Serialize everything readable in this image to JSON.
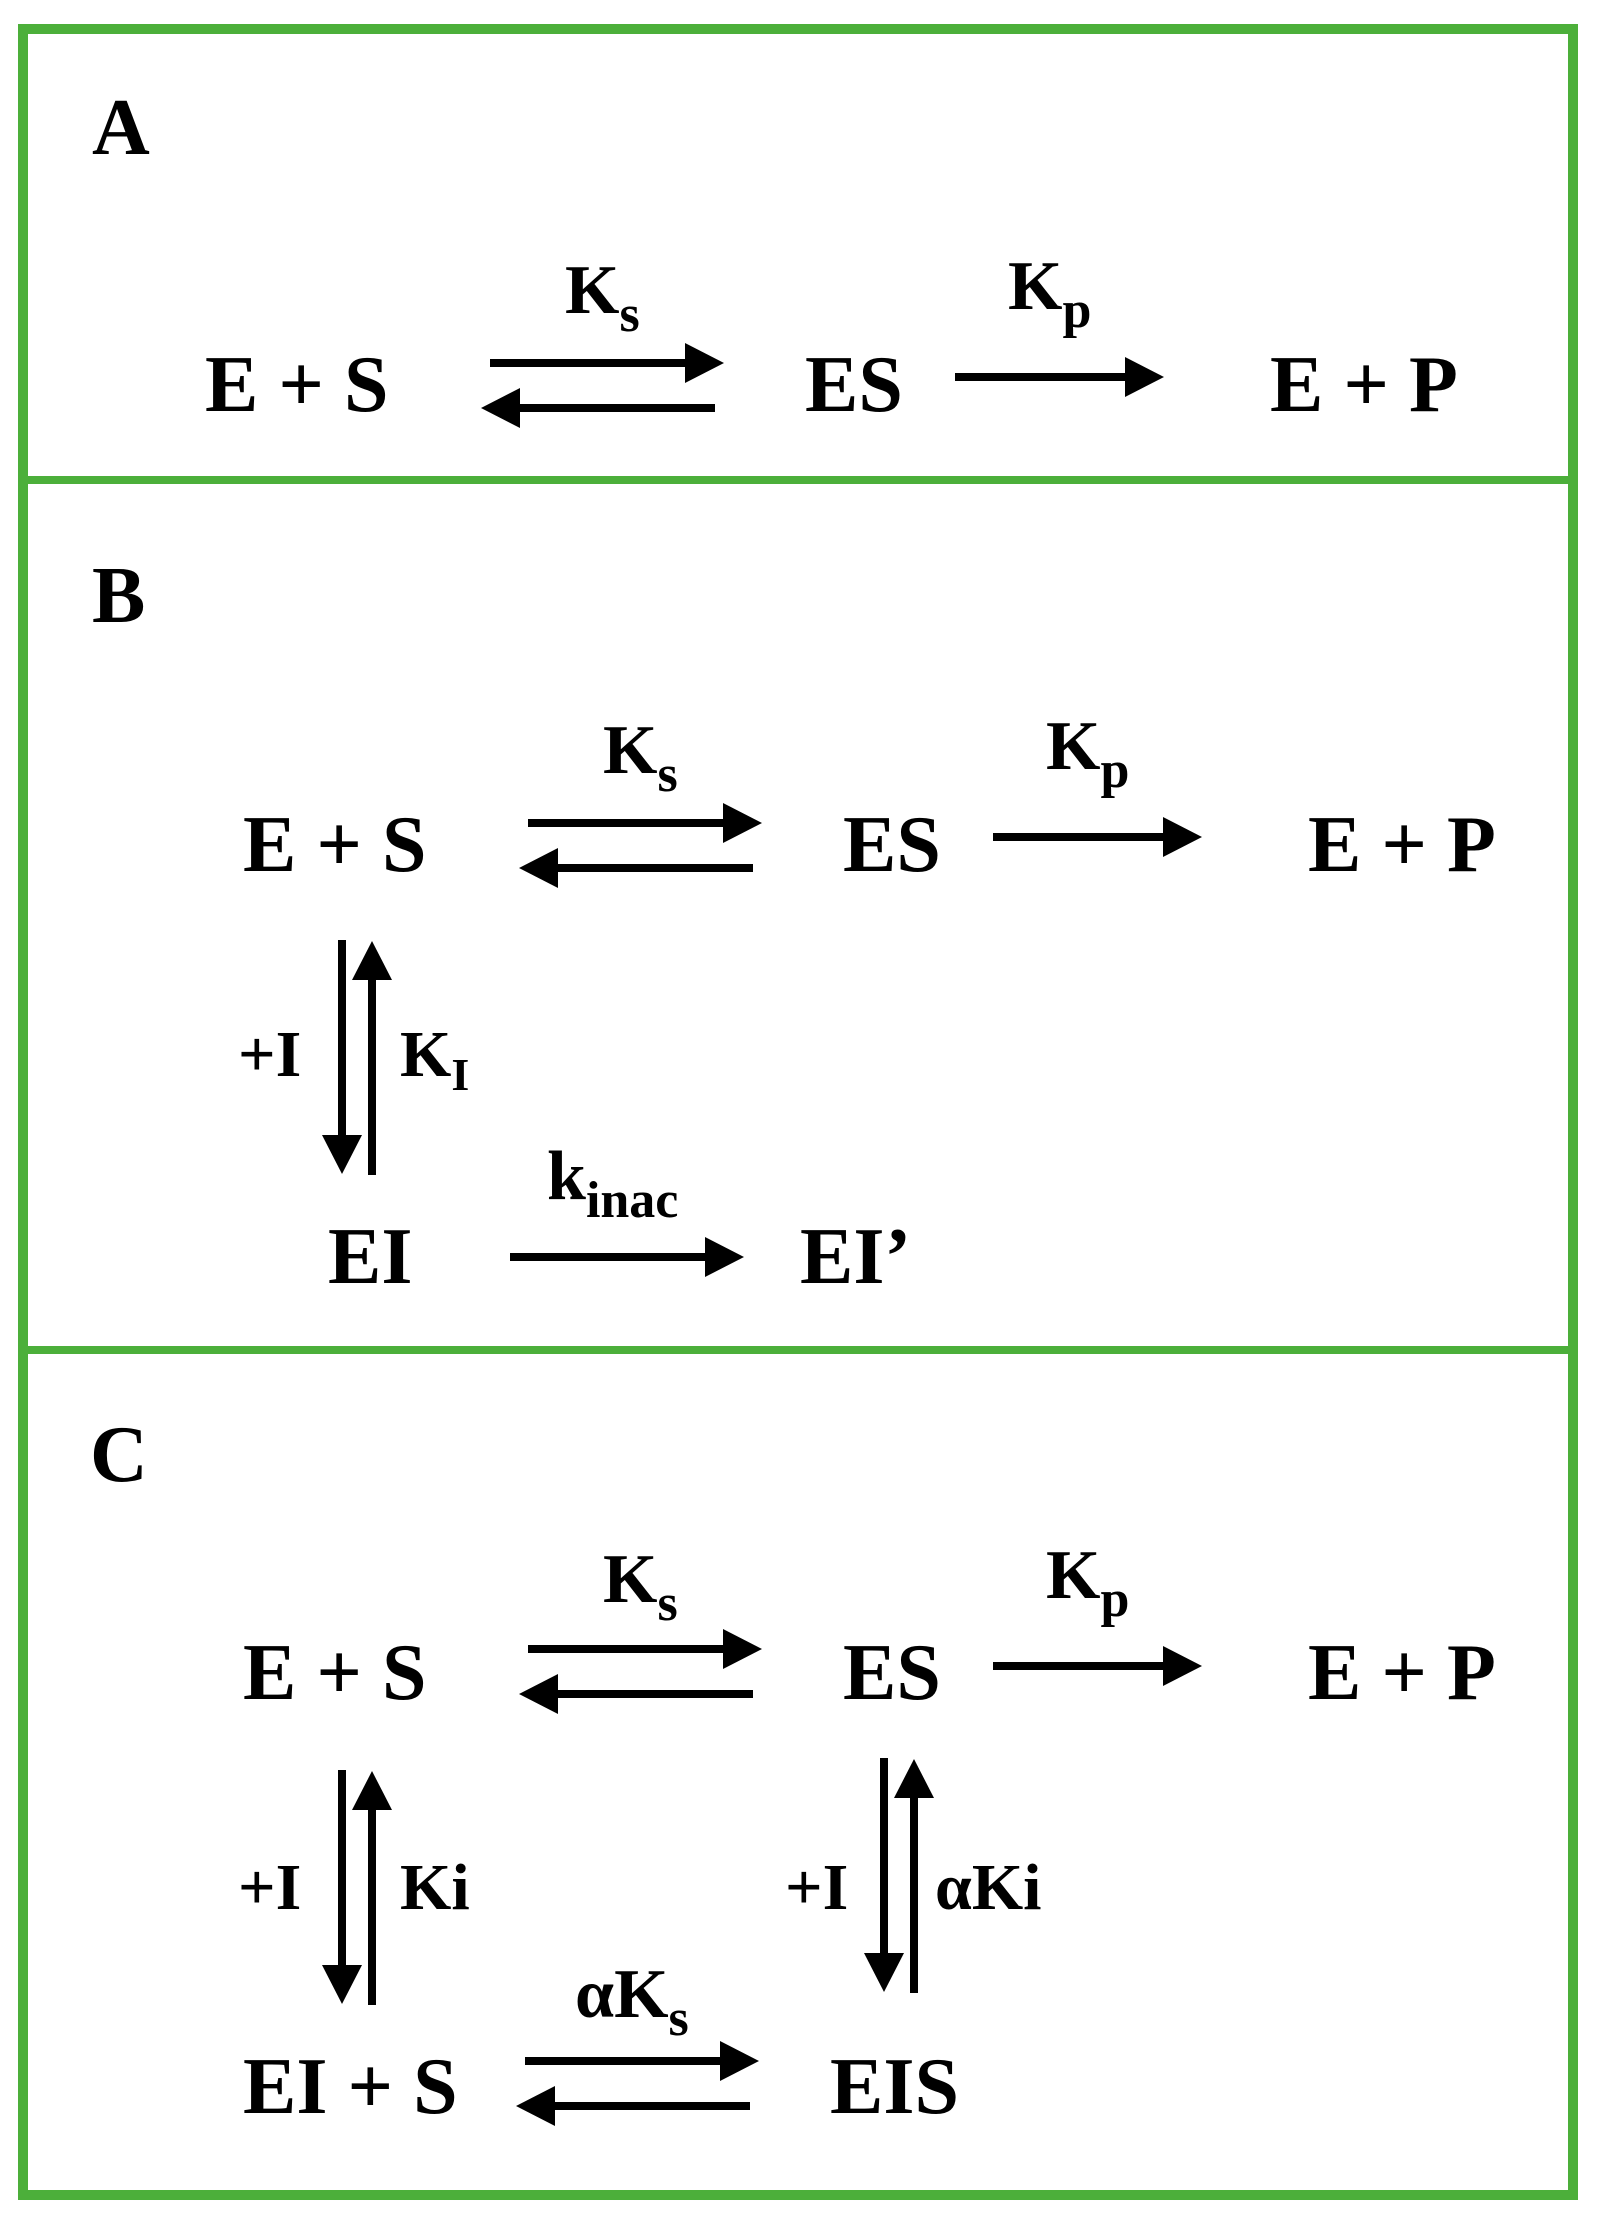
{
  "colors": {
    "frame": "#4caf3a",
    "ink": "#000000"
  },
  "panels": {
    "a": {
      "letter": "A",
      "left_species": "E + S",
      "middle_species": "ES",
      "right_species": "E + P",
      "eq_rate": {
        "base": "K",
        "sub": "s"
      },
      "fwd_rate": {
        "base": "K",
        "sub": "p"
      }
    },
    "b": {
      "letter": "B",
      "left_species": "E + S",
      "middle_species": "ES",
      "right_species": "E + P",
      "eq_rate": {
        "base": "K",
        "sub": "s"
      },
      "fwd_rate": {
        "base": "K",
        "sub": "p"
      },
      "inhibitor_label": "+I",
      "vertical_rate": {
        "base": "K",
        "sub": "I"
      },
      "bottom_left_species": "EI",
      "bottom_right_species": "EI’",
      "inac_rate": {
        "base": "k",
        "sub": "inac"
      }
    },
    "c": {
      "letter": "C",
      "left_species": "E + S",
      "middle_species": "ES",
      "right_species": "E + P",
      "eq_rate": {
        "base": "K",
        "sub": "s"
      },
      "fwd_rate": {
        "base": "K",
        "sub": "p"
      },
      "left_inhibitor_label": "+I",
      "left_vertical_rate": "Ki",
      "right_inhibitor_label": "+I",
      "right_vertical_rate": "αKi",
      "bottom_left_species": "EI + S",
      "bottom_right_species": "EIS",
      "bottom_rate": {
        "base": "αK",
        "sub": "s"
      }
    }
  }
}
